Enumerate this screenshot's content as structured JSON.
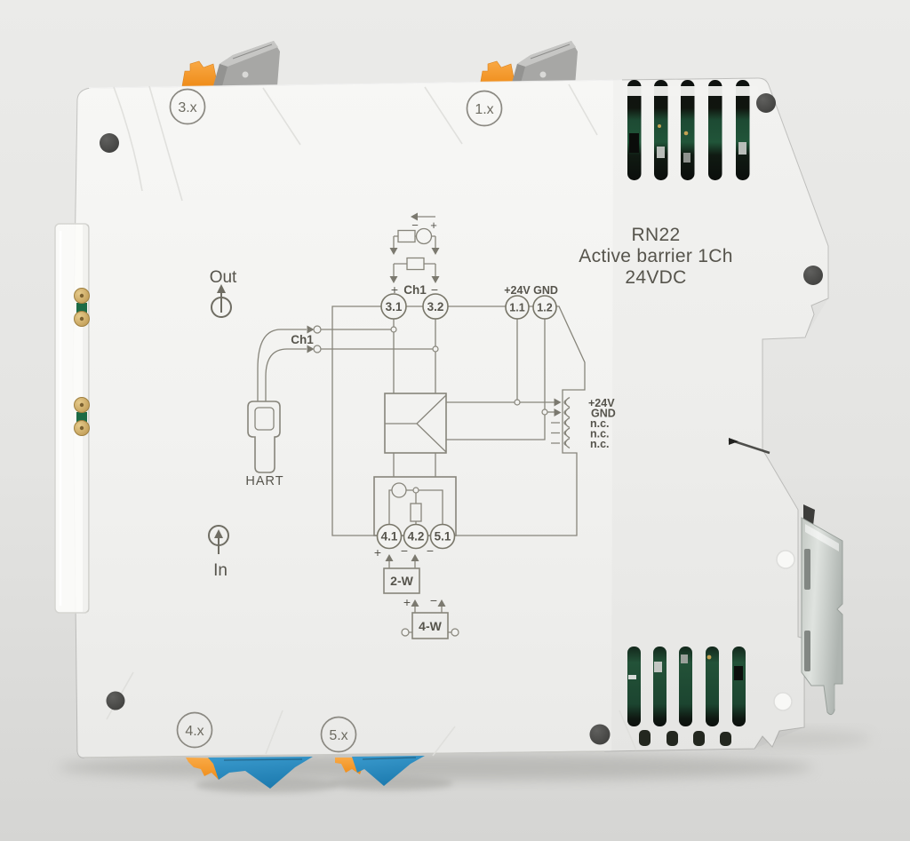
{
  "device": {
    "model": "RN22",
    "description": "Active barrier 1Ch",
    "voltage": "24VDC",
    "corner_labels": {
      "top_left": "3.x",
      "top_right": "1.x",
      "bottom_left": "4.x",
      "bottom_right": "5.x"
    }
  },
  "diagram": {
    "out_label": "Out",
    "in_label": "In",
    "channel_label": "Ch1",
    "hart_label": "HART",
    "plus": "+",
    "minus": "−",
    "supply_labels": {
      "plus24": "+24V",
      "gnd": "GND"
    },
    "top_terminals": {
      "t31": "3.1",
      "t32": "3.2",
      "t11": "1.1",
      "t12": "1.2"
    },
    "bottom_terminals": {
      "t41": "4.1",
      "t42": "4.2",
      "t51": "5.1"
    },
    "pins": [
      "+24V",
      "GND",
      "n.c.",
      "n.c.",
      "n.c."
    ],
    "transmitter_2w": "2-W",
    "transmitter_4w": "4-W"
  },
  "colors": {
    "housing": "#f2f2f0",
    "print": "#56544c",
    "connector_orange": "#f79b2e",
    "connector_blue": "#2b8ec4",
    "pcb_green": "#215539",
    "background": "#e7e7e5"
  }
}
